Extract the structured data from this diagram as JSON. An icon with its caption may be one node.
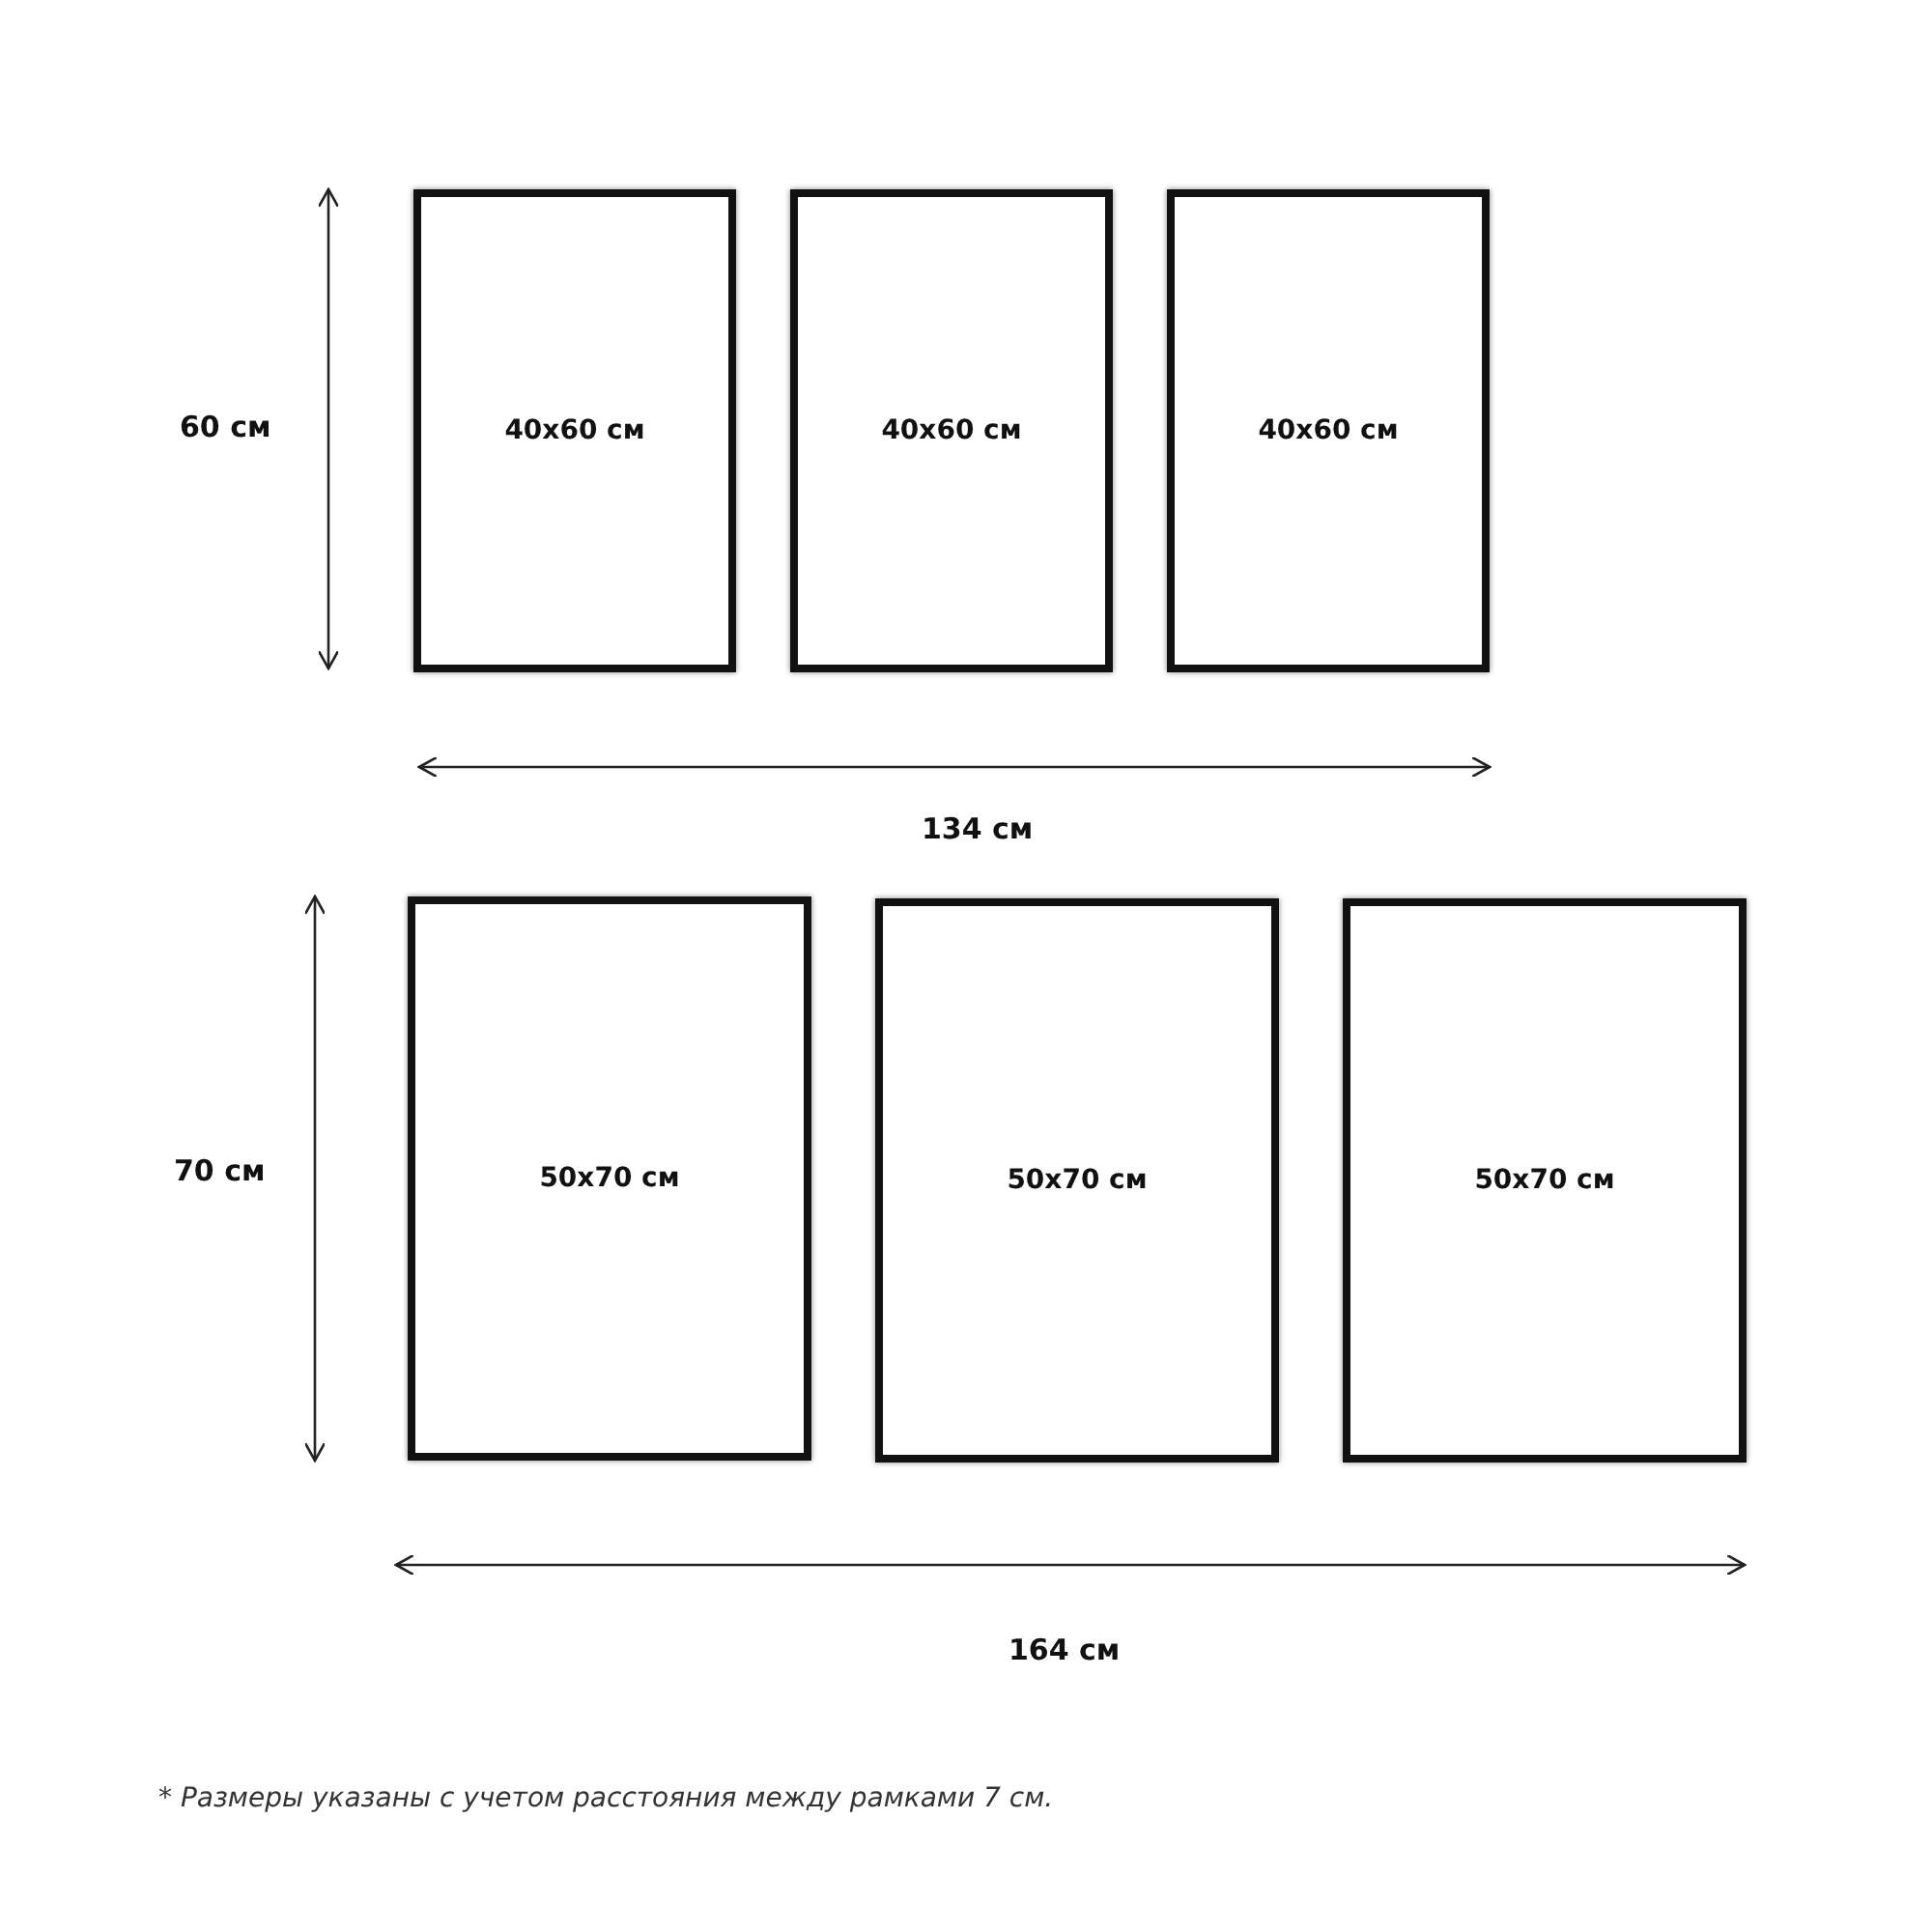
{
  "diagram": {
    "nodes": [
      {
        "text": [
          "40x60 см"
        ]
      },
      {
        "text": [
          "40x60 см"
        ]
      },
      {
        "text": [
          "40x60 см"
        ]
      },
      {
        "text": [
          "50x70 см"
        ]
      },
      {
        "text": [
          "50x70 см"
        ]
      },
      {
        "text": [
          "50x70 см"
        ]
      }
    ],
    "labels": [
      "60 см",
      "134 см",
      "70 см",
      "164 см",
      "* Размеры указаны с учетом расстояния между рамками 7 см."
    ]
  }
}
